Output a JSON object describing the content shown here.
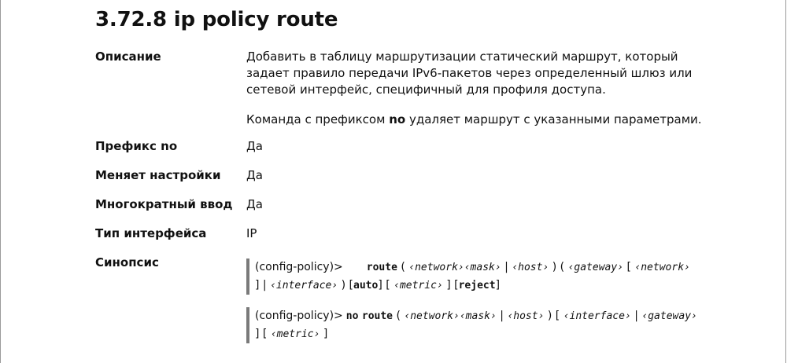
{
  "title": "3.72.8 ip policy route",
  "rows": {
    "description": {
      "label": "Описание",
      "p1_line1": "Добавить в таблицу маршрутизации статический маршрут, который",
      "p1_line2": "задает правило передачи IPv6-пакетов через определенный шлюз или",
      "p1_line3": "сетевой интерфейс, специфичный для профиля доступа.",
      "p2_pre": "Команда с префиксом ",
      "p2_bold": "no",
      "p2_post": " удаляет маршрут с указанными параметрами."
    },
    "prefix_no": {
      "label": "Префикс no",
      "value": "Да"
    },
    "changes_settings": {
      "label": "Меняет настройки",
      "value": "Да"
    },
    "multiple_input": {
      "label": "Многократный ввод",
      "value": "Да"
    },
    "interface_type": {
      "label": "Тип интерфейса",
      "value": "IP"
    },
    "synopsis": {
      "label": "Синопсис"
    }
  },
  "synopsis1": {
    "prompt": "(config-policy)>",
    "cmd": "route",
    "t1": " ( ",
    "network": "‹network›",
    "mask": "‹mask›",
    "bar1": " | ",
    "host": "‹host›",
    "t2": " ) ( ",
    "gateway": "‹gateway›",
    "t3": " [ ",
    "network2": "‹network›",
    "t4": "] | ",
    "interface": "‹interface›",
    "t5": " ) [",
    "auto": "auto",
    "t6": "] [ ",
    "metric": "‹metric›",
    "t7": " ] [",
    "reject": "reject",
    "t8": "]"
  },
  "synopsis2": {
    "prompt": "(config-policy)>",
    "no": "no",
    "cmd": "route",
    "t1": " ( ",
    "network": "‹network›",
    "mask": "‹mask›",
    "bar1": " | ",
    "host": "‹host›",
    "t2": " ) [ ",
    "interface": "‹interface›",
    "bar2": " | ",
    "gateway": "‹gateway›",
    "t3": "] [ ",
    "metric": "‹metric›",
    "t4": " ]"
  }
}
